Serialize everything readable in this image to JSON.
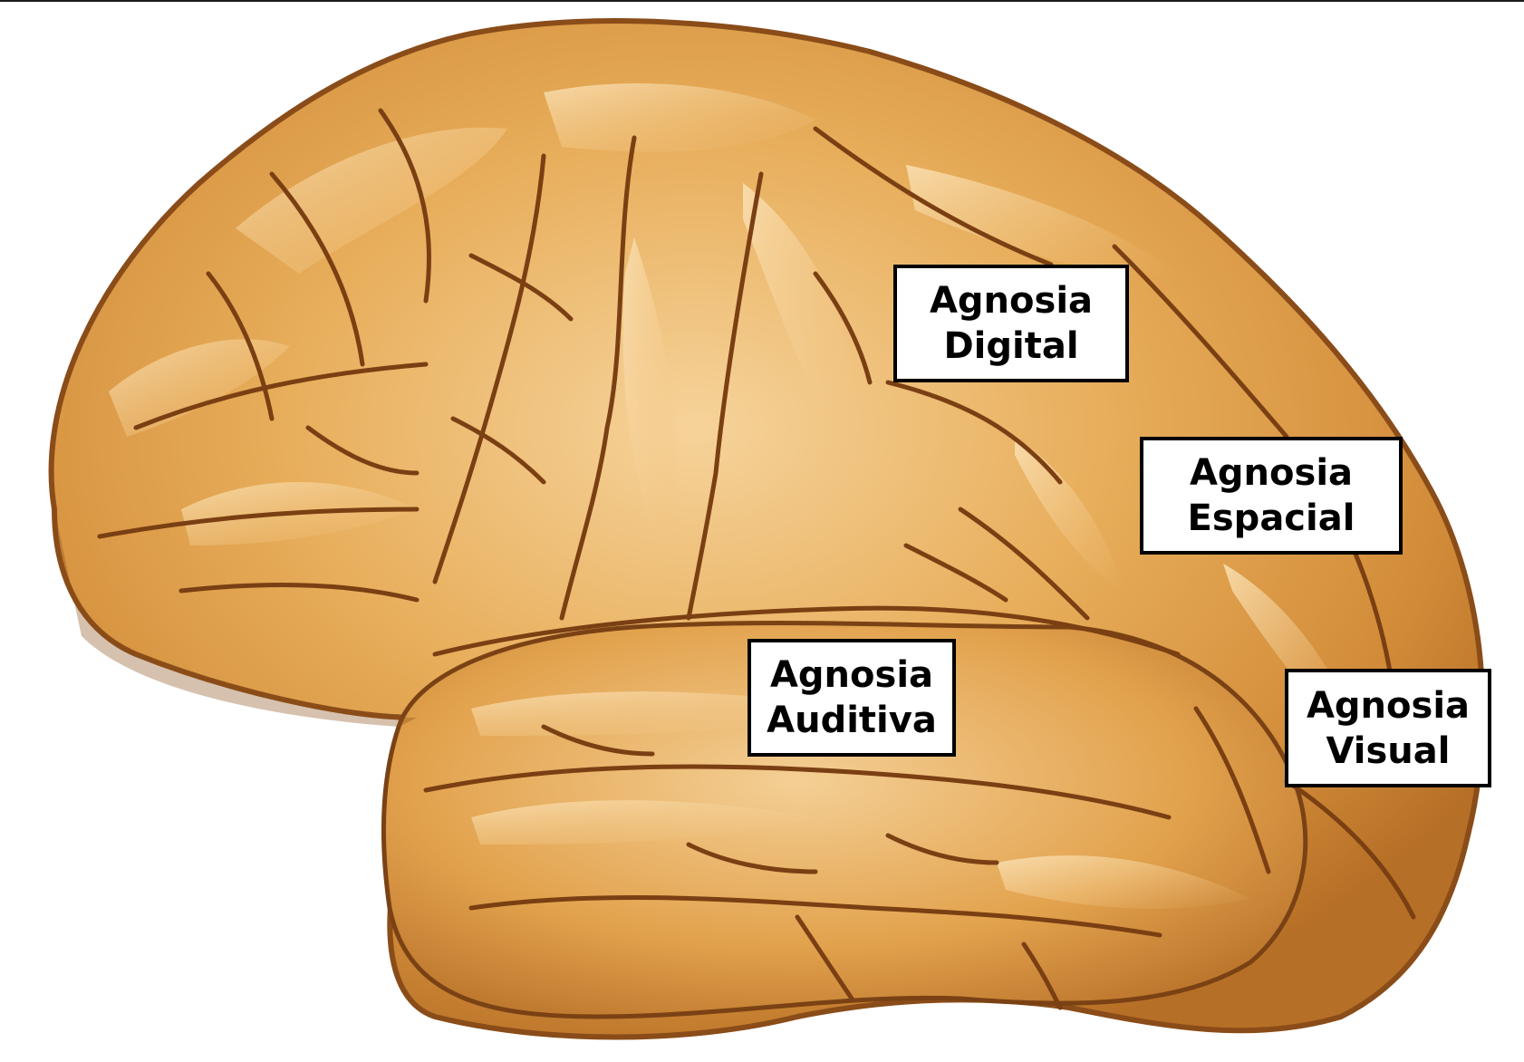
{
  "labels": [
    {
      "id": "digital",
      "line1": "Agnosia",
      "line2": "Digital"
    },
    {
      "id": "espacial",
      "line1": "Agnosia",
      "line2": "Espacial"
    },
    {
      "id": "auditiva",
      "line1": "Agnosia",
      "line2": "Auditiva"
    },
    {
      "id": "visual",
      "line1": "Agnosia",
      "line2": "Visual"
    }
  ],
  "colors": {
    "brain_base": "#e0a24a",
    "brain_light": "#f3c98a",
    "brain_dark": "#b8732c",
    "sulcus": "#6b3a12",
    "label_border": "#000000",
    "label_fill": "#ffffff"
  }
}
